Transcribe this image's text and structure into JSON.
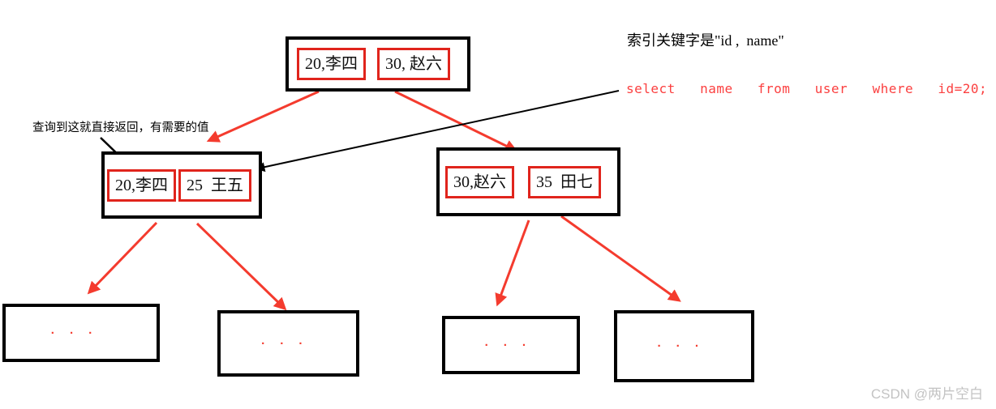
{
  "notes": {
    "index_key": "索引关键字是\"id ,  name\"",
    "sql": "select  name  from  user  where  id=20;",
    "direct_return": "查询到这就直接返回，有需要的值",
    "watermark": "CSDN @两片空白"
  },
  "tree": {
    "root": {
      "cells": [
        "20,李四",
        "30, 赵六"
      ]
    },
    "left_child": {
      "cells": [
        "20,李四",
        "25  王五"
      ]
    },
    "right_child": {
      "cells": [
        "30,赵六",
        "35  田七"
      ]
    },
    "leaves": [
      "· · ·",
      "· · ·",
      "· · ·",
      "· · ·"
    ]
  },
  "colors": {
    "box_border": "#000000",
    "cell_border": "#e0241c",
    "arrow_red": "#f43b2e",
    "sql_text": "#fb4040",
    "watermark": "#c3c3c3"
  }
}
